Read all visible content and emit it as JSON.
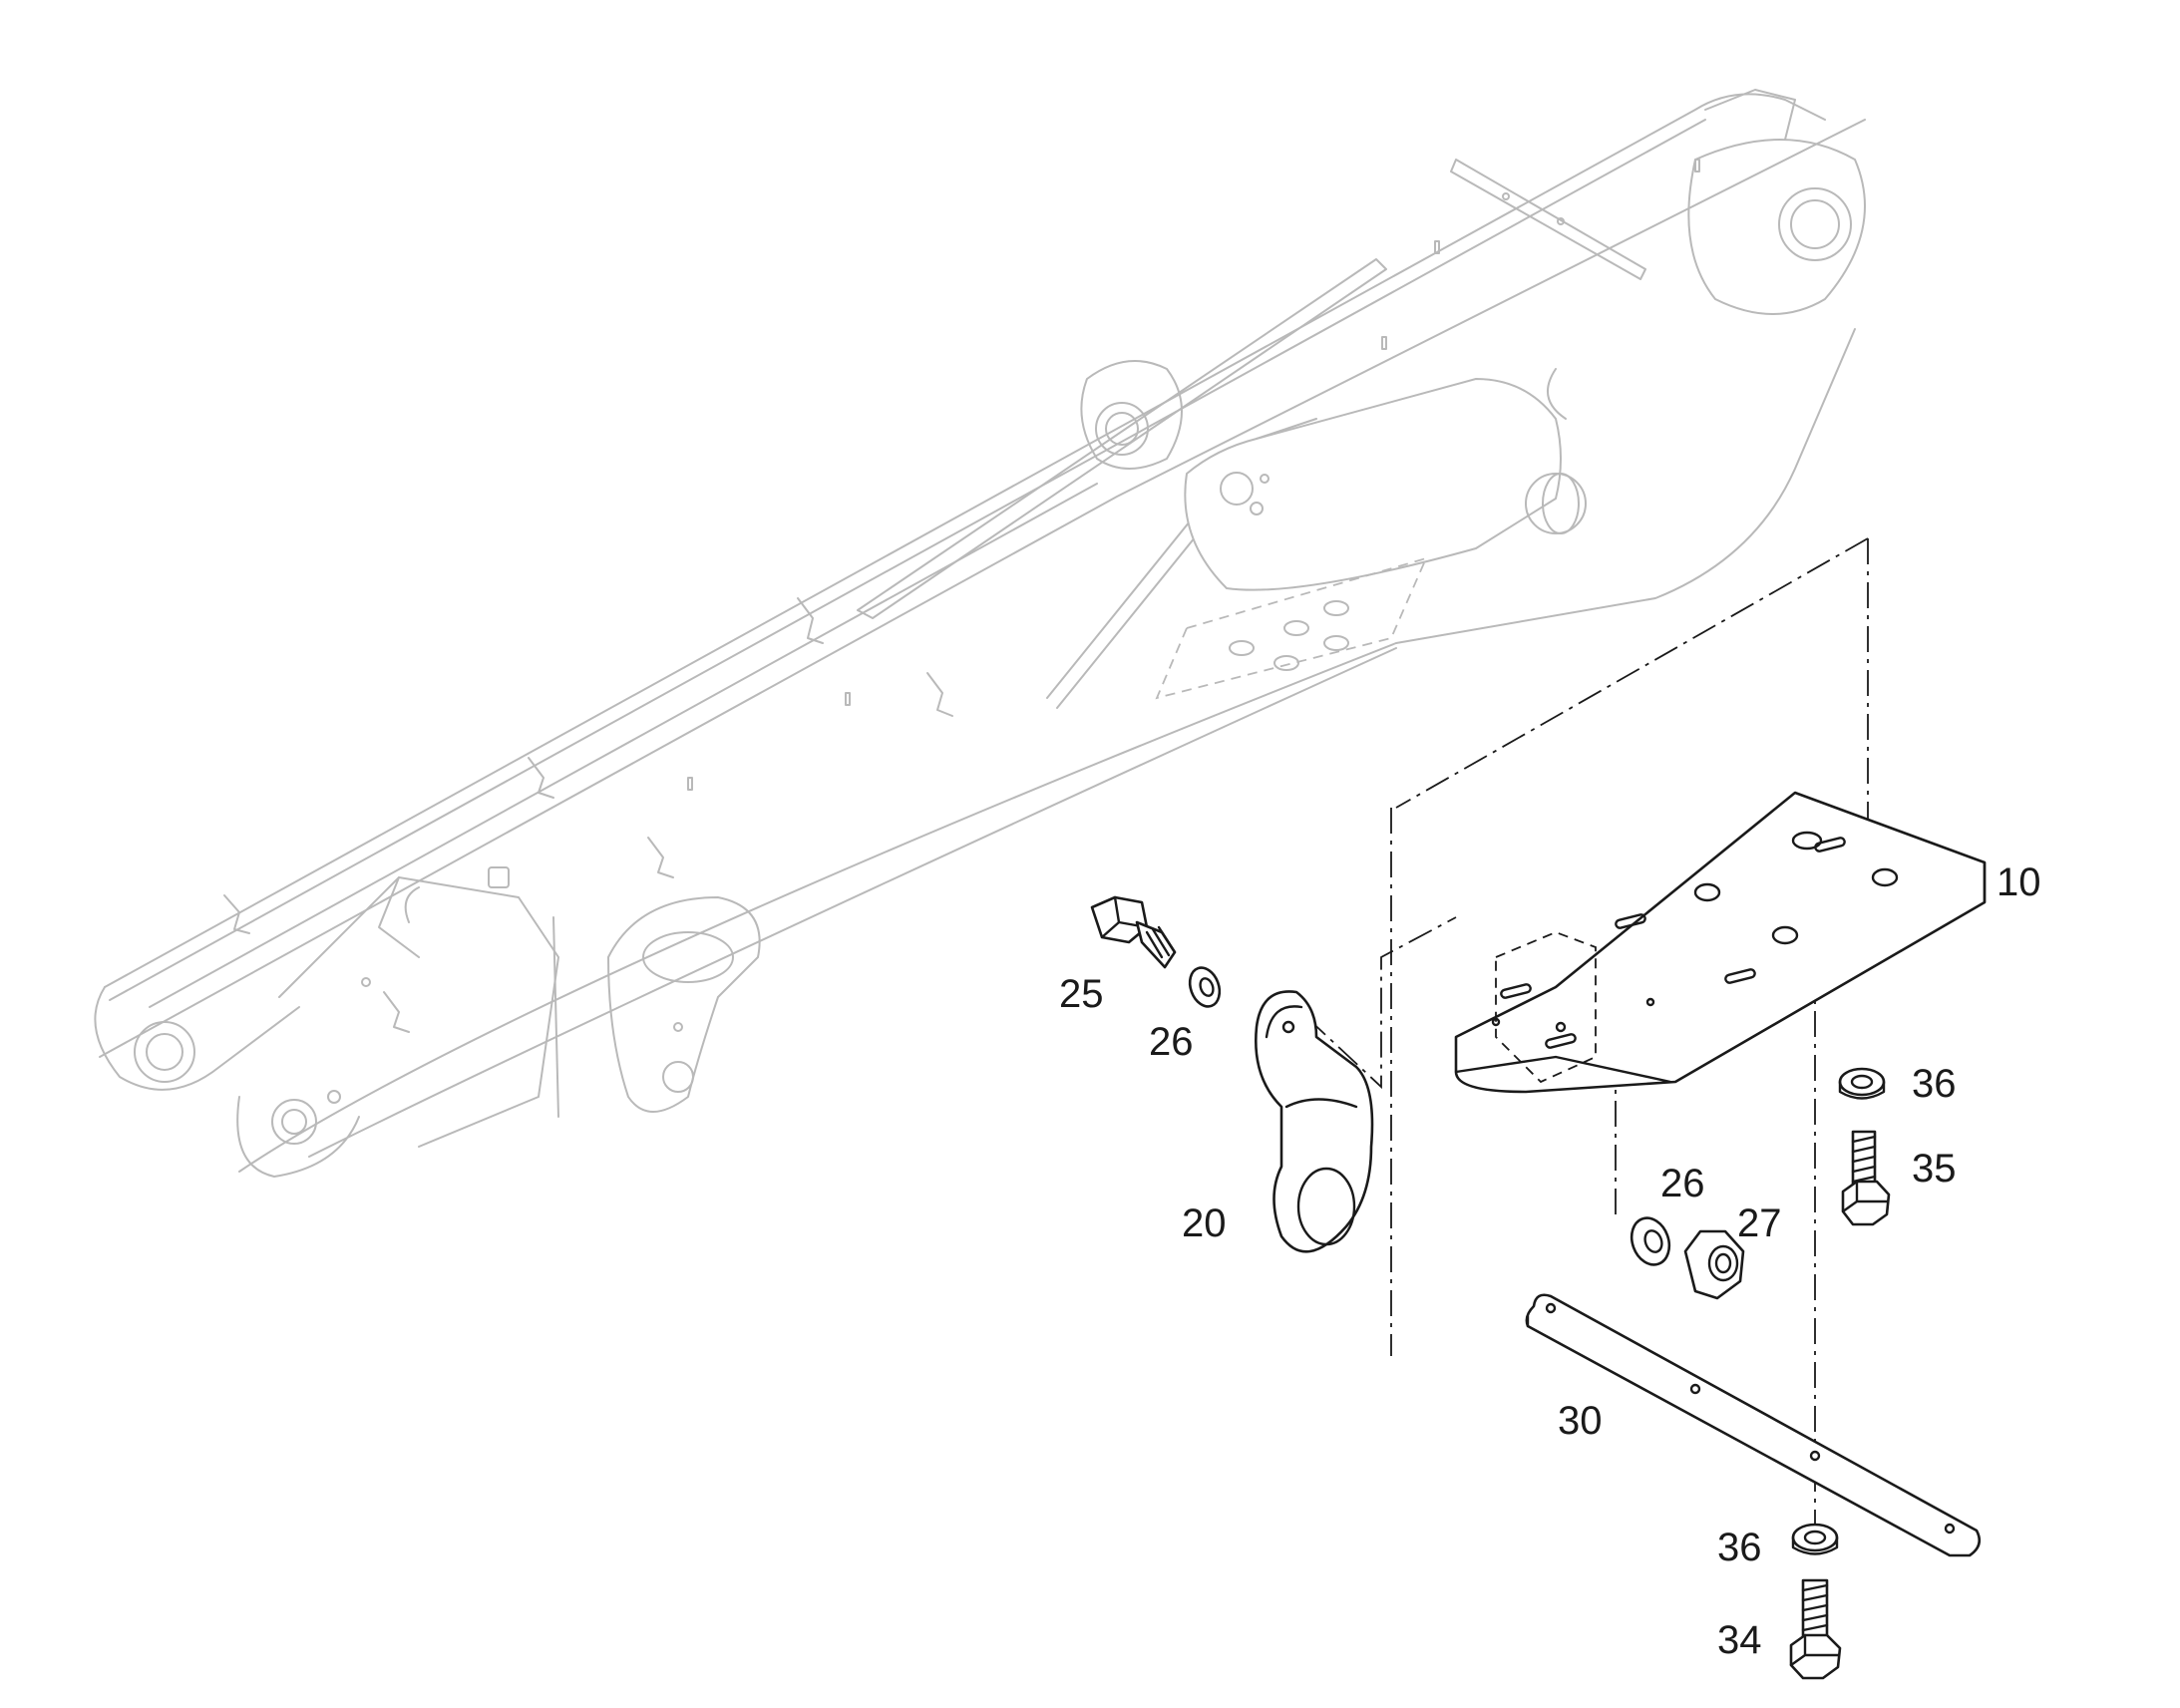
{
  "callouts": {
    "c10": "10",
    "c20": "20",
    "c25": "25",
    "c26a": "26",
    "c26b": "26",
    "c27": "27",
    "c30": "30",
    "c34": "34",
    "c35": "35",
    "c36a": "36",
    "c36b": "36"
  },
  "colors": {
    "part_line": "#1a1a1a",
    "context_line": "#b9b9b9",
    "background": "#ffffff"
  }
}
